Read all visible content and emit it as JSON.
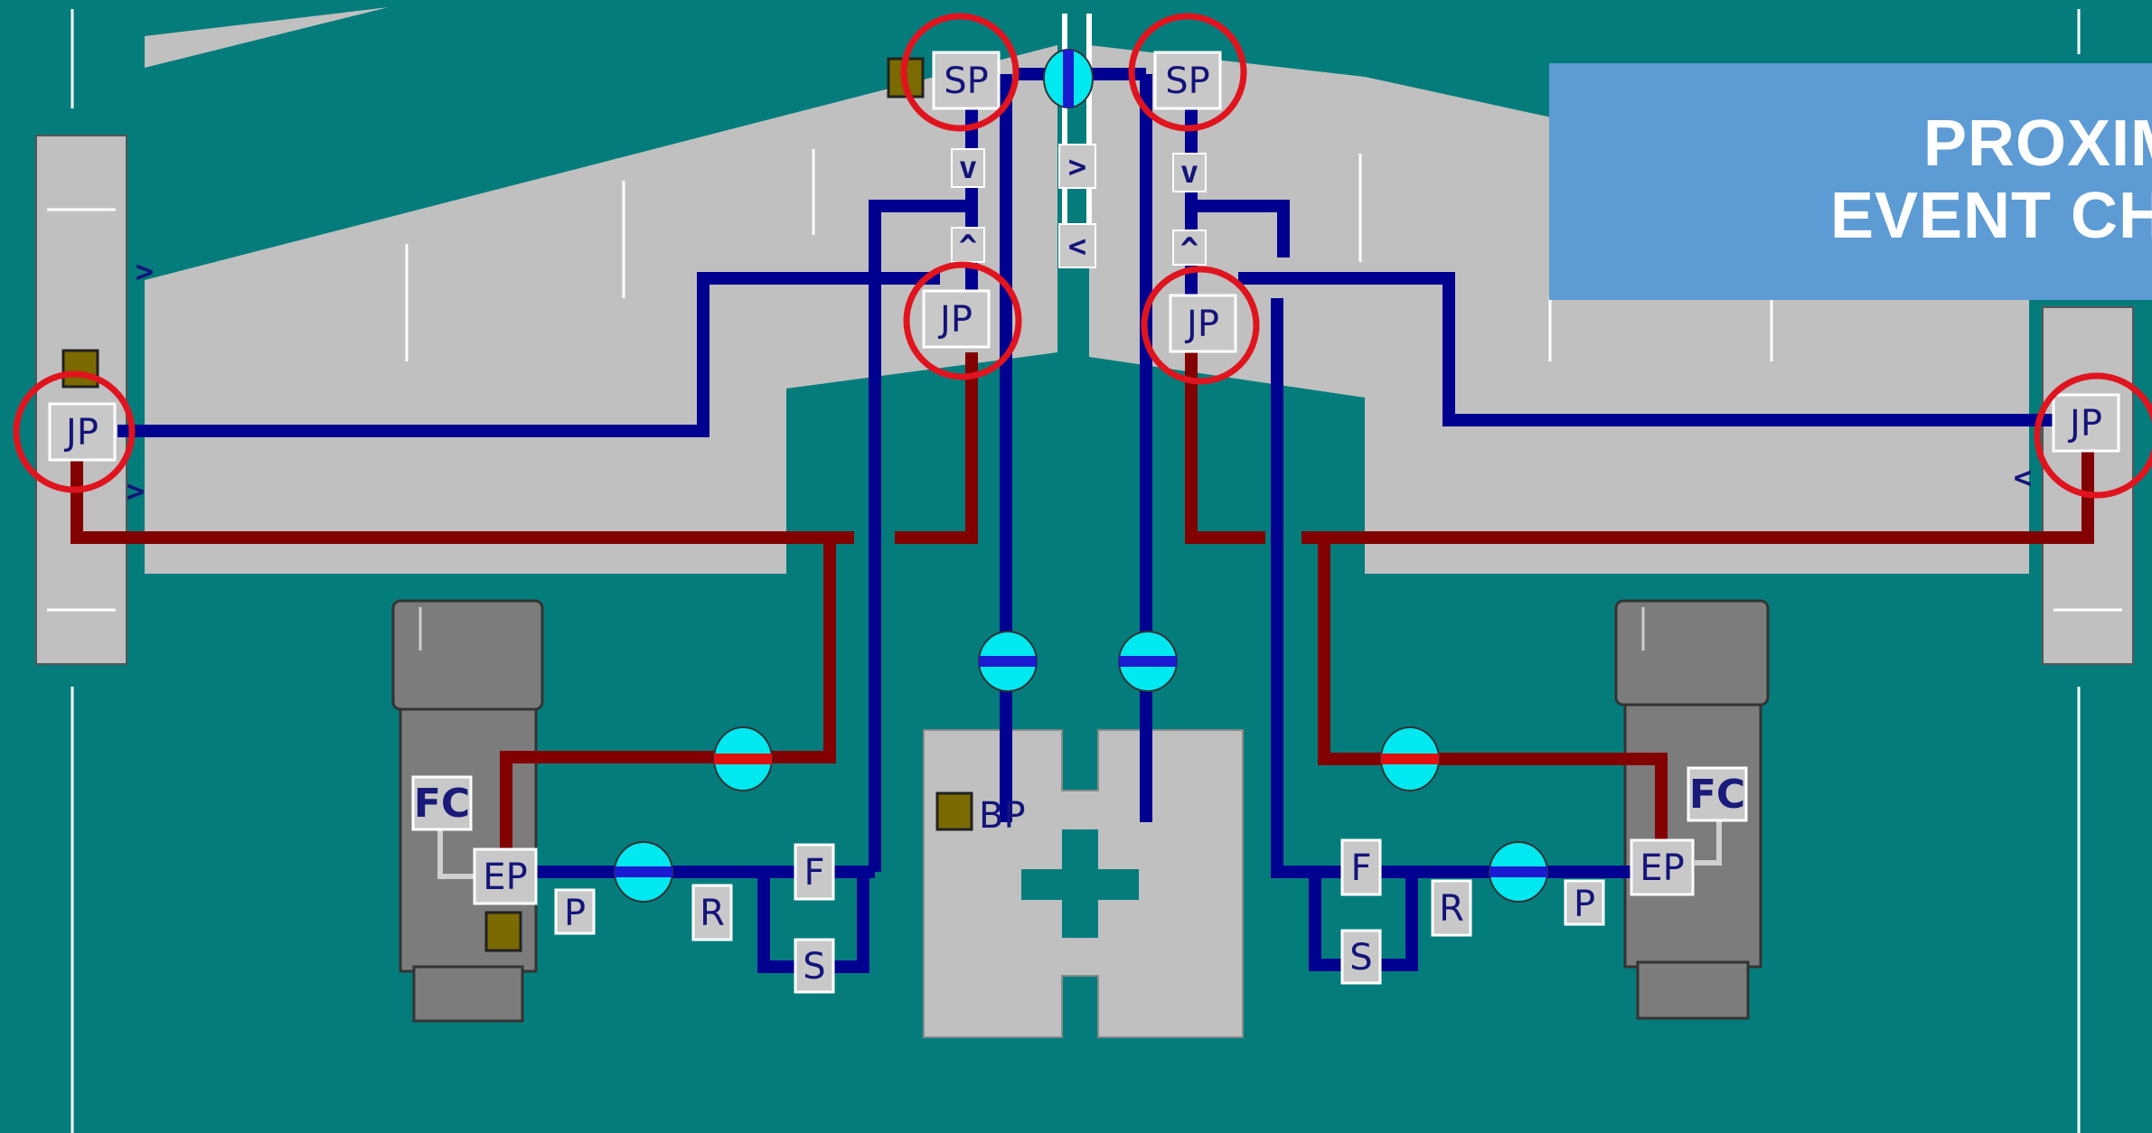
{
  "colors": {
    "background": "#047c7c",
    "wing": "#c0c0c0",
    "hydraulic_blue": "#000090",
    "hydraulic_red": "#820000",
    "valve_cyan": "#00e8f0",
    "highlight_ring": "#e0141e",
    "indicator": "#7a6a00",
    "banner": "#5d9bd5",
    "engine": "#7c7c7c"
  },
  "banner": {
    "line1": "PROXIMA",
    "line2": "EVENT CHAI"
  },
  "labels": {
    "sp": "SP",
    "jp": "JP",
    "ep": "EP",
    "fc": "FC",
    "bp": "BP",
    "p": "P",
    "r": "R",
    "f": "F",
    "s": "S",
    "v": "v",
    "up": "^",
    "gt": ">",
    "lt": "<"
  }
}
